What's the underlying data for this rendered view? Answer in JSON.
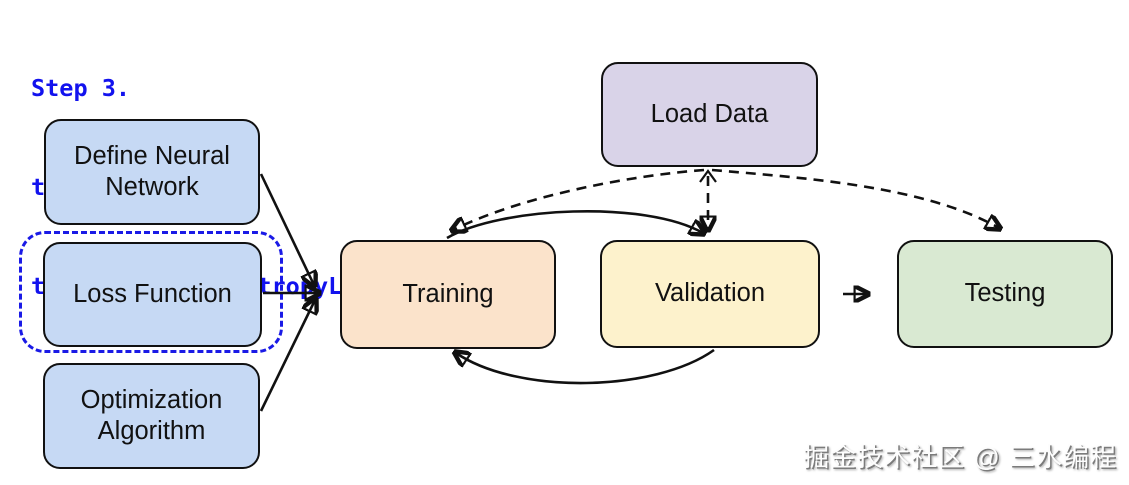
{
  "note": {
    "lines": [
      "Step 3.",
      "torch.nn.MSELoss",
      "torch.nn.CrossEntropyLoss etc."
    ],
    "color": "#1212ee"
  },
  "nodes": {
    "define_nn": {
      "label": "Define Neural Network",
      "fill": "#c6d9f4"
    },
    "loss_fn": {
      "label": "Loss Function",
      "fill": "#c6d9f4"
    },
    "optimization": {
      "label": "Optimization Algorithm",
      "fill": "#c6d9f4"
    },
    "load_data": {
      "label": "Load Data",
      "fill": "#d9d3e8"
    },
    "training": {
      "label": "Training",
      "fill": "#fbe3cb"
    },
    "validation": {
      "label": "Validation",
      "fill": "#fdf2cc"
    },
    "testing": {
      "label": "Testing",
      "fill": "#d9e9d2"
    }
  },
  "style": {
    "node_border_color": "#111111",
    "edge_color": "#111111",
    "loss_highlight_color": "#1a1ae6"
  },
  "watermark": {
    "text": "掘金技术社区 @ 三水编程"
  }
}
